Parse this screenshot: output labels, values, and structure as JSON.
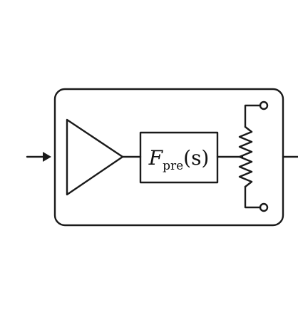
{
  "diagram": {
    "block_label": {
      "main": "F",
      "subscript": "pre",
      "argument": "(s)"
    },
    "colors": {
      "stroke": "#1a1a1a",
      "background": "#ffffff"
    },
    "icons": [
      "amplifier-triangle-icon",
      "potentiometer-icon",
      "input-arrow-icon"
    ]
  }
}
